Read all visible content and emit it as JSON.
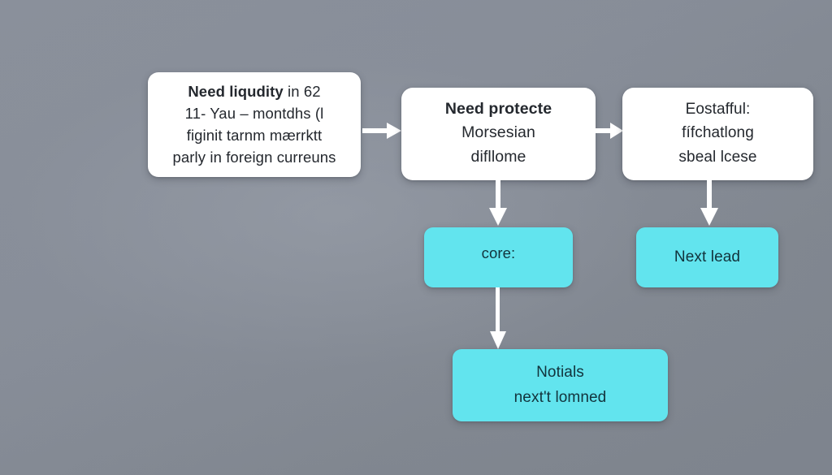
{
  "diagram": {
    "title": "Flowchart",
    "background_color": "#888e99",
    "node_white_color": "#ffffff",
    "node_cyan_color": "#62e4ee",
    "connector_color": "#ffffff",
    "text_color": "#24282e"
  },
  "nodes": {
    "liquidity": {
      "line1_lead": "Need liqudity",
      "line1_rest": " in 62",
      "line2": "11- Yau – montdhs (l",
      "line3": "figinit tarnm mærrktt",
      "line4": "parly in foreign curreuns"
    },
    "protection": {
      "line1": "Need protecte",
      "line2": "Morsesian",
      "line3": "difllome"
    },
    "establish": {
      "line1": "Eostafful:",
      "line2": "fífchatlong",
      "line3": "sbeal lcese"
    },
    "core": {
      "line1": "core:"
    },
    "nextlead": {
      "line1": "Next lead"
    },
    "notials": {
      "line1": "Notials",
      "line2": "next't lomned"
    }
  },
  "connectors": [
    {
      "name": "liquidity-to-protection",
      "direction": "right"
    },
    {
      "name": "protection-to-establish",
      "direction": "right"
    },
    {
      "name": "protection-to-core",
      "direction": "down"
    },
    {
      "name": "establish-to-nextlead",
      "direction": "down"
    },
    {
      "name": "core-to-notials",
      "direction": "down"
    }
  ]
}
